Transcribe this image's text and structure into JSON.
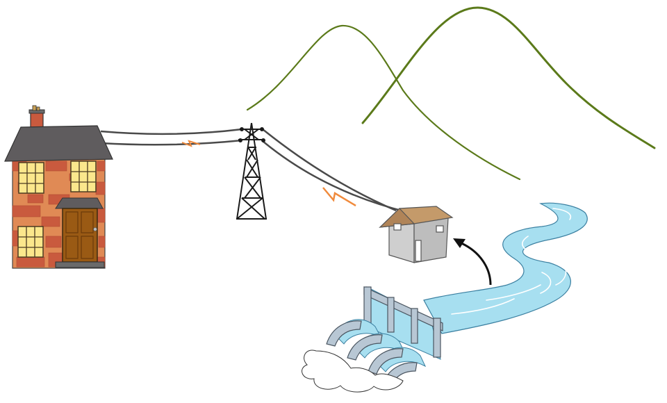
{
  "diagram": {
    "kind": "hydroelectric-power-supply-illustration",
    "components": [
      {
        "id": "hills",
        "icon": "hills-icon"
      },
      {
        "id": "house",
        "icon": "house-icon"
      },
      {
        "id": "transmission-tower",
        "icon": "pylon-icon"
      },
      {
        "id": "power-station",
        "icon": "powerhouse-icon"
      },
      {
        "id": "river",
        "icon": "river-icon"
      },
      {
        "id": "dam",
        "icon": "dam-icon"
      }
    ],
    "connections": [
      {
        "from": "power-station",
        "to": "transmission-tower",
        "type": "power-line"
      },
      {
        "from": "transmission-tower",
        "to": "house",
        "type": "power-line"
      },
      {
        "from": "river",
        "to": "power-station",
        "type": "arrow"
      }
    ],
    "colors": {
      "hills": "#5b7a1a",
      "brick_light": "#e08a55",
      "brick_dark": "#c95a3e",
      "roof": "#5f5c5e",
      "window": "#fbe78c",
      "door": "#9a5a14",
      "water": "#a7dff0",
      "water_dark": "#4a9fc4",
      "spark": "#f08a3c",
      "station_wall": "#c8c8c8",
      "station_roof": "#c49a6a"
    }
  }
}
